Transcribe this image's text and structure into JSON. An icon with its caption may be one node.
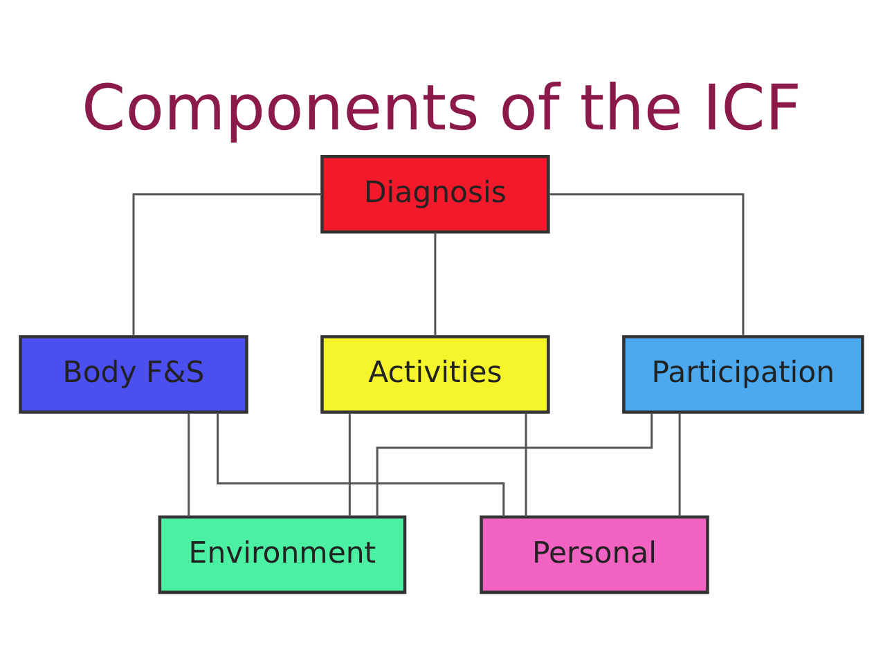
{
  "diagram": {
    "title": "Components of the ICF",
    "nodes": [
      {
        "text": [
          "Diagnosis"
        ]
      },
      {
        "text": [
          "Body F&S"
        ]
      },
      {
        "text": [
          "Activities"
        ]
      },
      {
        "text": [
          "Participation"
        ]
      },
      {
        "text": [
          "Environment"
        ]
      },
      {
        "text": [
          "Personal"
        ]
      }
    ],
    "edges": [
      {
        "from": 0,
        "to": 1,
        "arrow": "none"
      },
      {
        "from": 0,
        "to": 2,
        "arrow": "none"
      },
      {
        "from": 0,
        "to": 3,
        "arrow": "none"
      },
      {
        "from": 1,
        "to": 4,
        "arrow": "none"
      },
      {
        "from": 1,
        "to": 5,
        "arrow": "none"
      },
      {
        "from": 2,
        "to": 4,
        "arrow": "none"
      },
      {
        "from": 2,
        "to": 5,
        "arrow": "none"
      },
      {
        "from": 3,
        "to": 4,
        "arrow": "none"
      },
      {
        "from": 3,
        "to": 5,
        "arrow": "none"
      }
    ]
  }
}
